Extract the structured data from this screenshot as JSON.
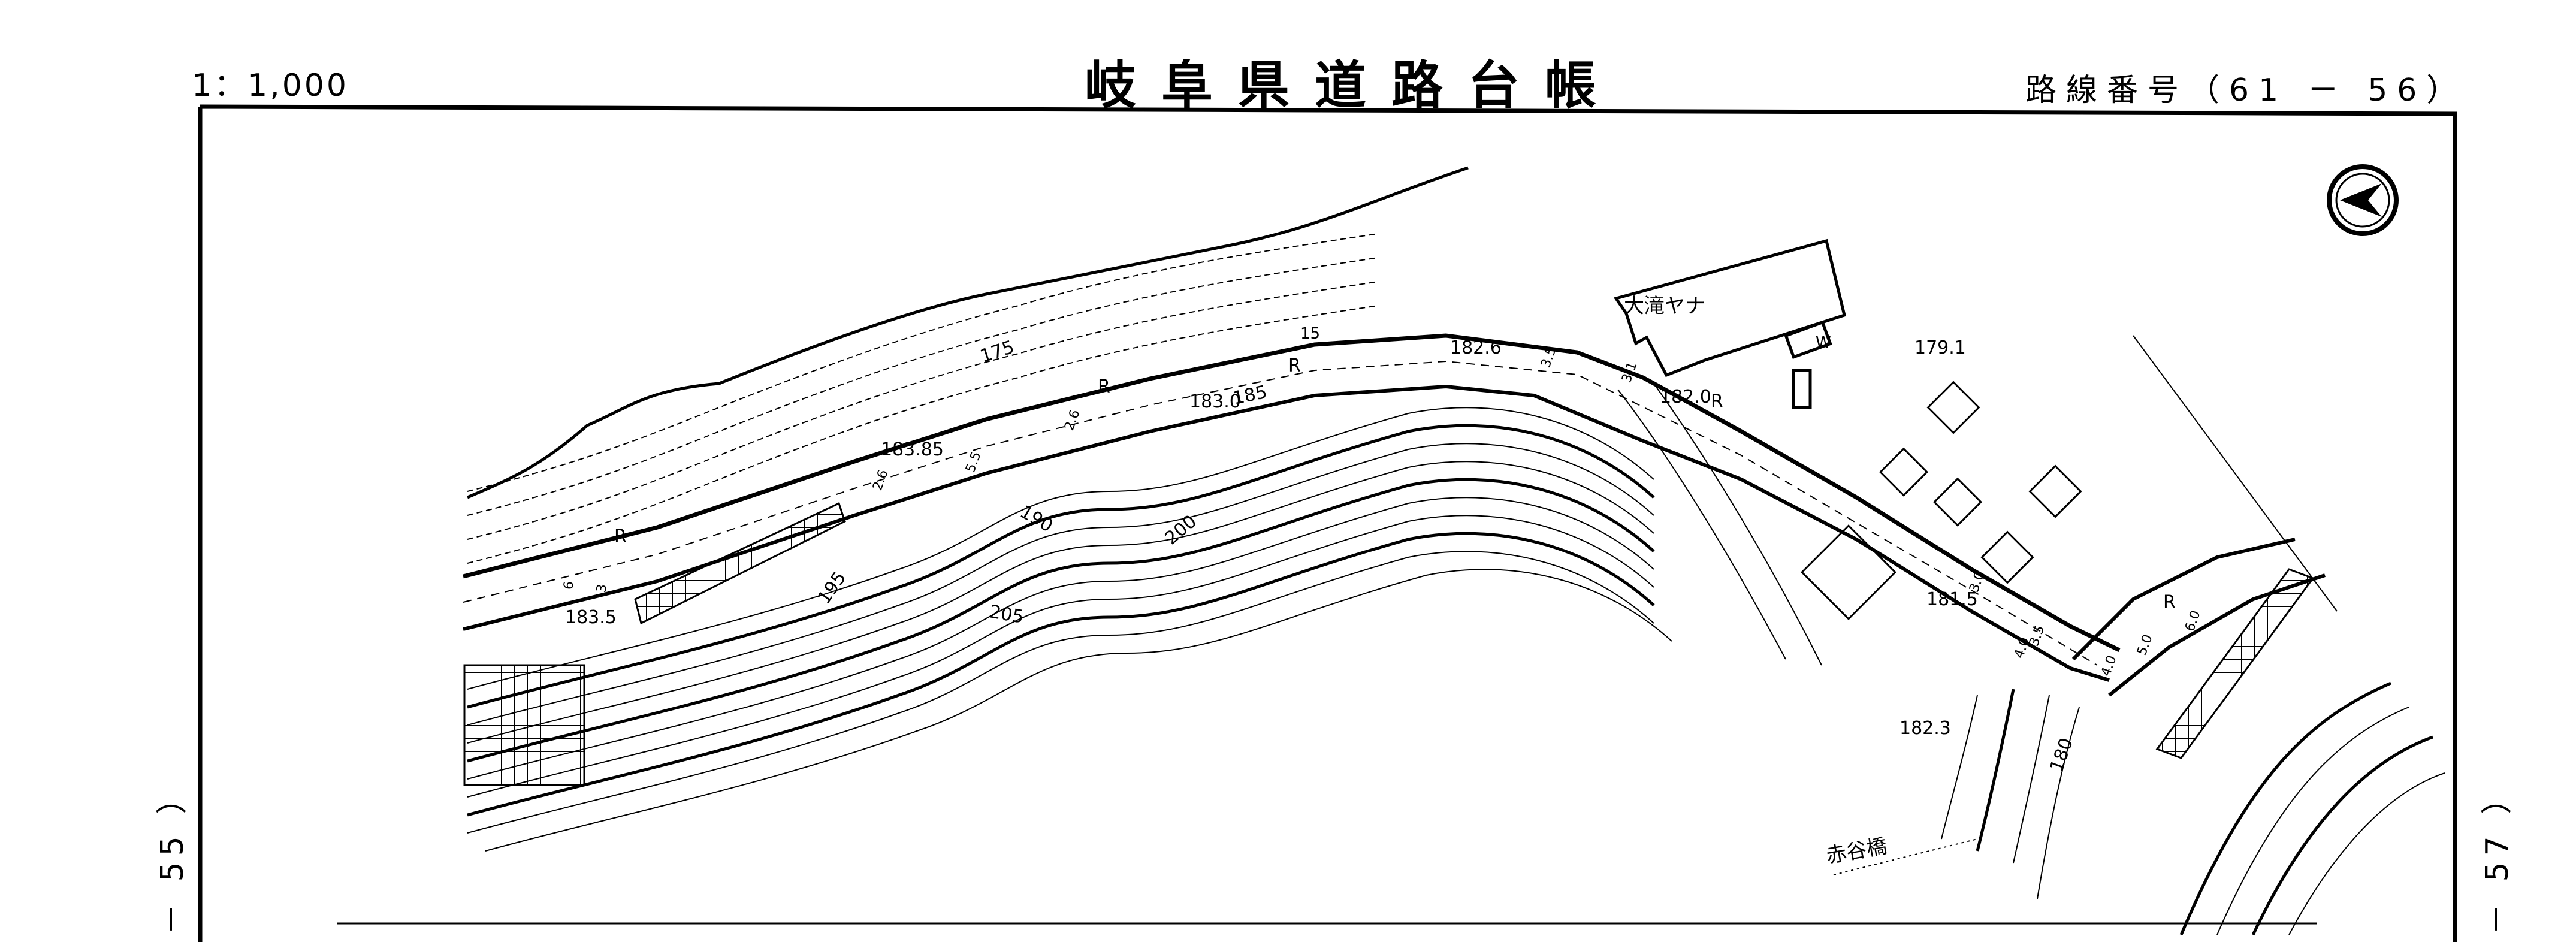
{
  "header": {
    "scale": "1：1,000",
    "title": "岐阜県道路台帳",
    "route_number": "路線番号（61 － 56）"
  },
  "page_refs": {
    "previous": "－ 55 ）",
    "next": "－ 57 ）"
  },
  "map": {
    "north_arrow_icon": "north-arrow-icon",
    "facility_name": "大滝ヤナ",
    "facility_annex": "W",
    "bridge_name": "赤谷橋",
    "elevations": [
      "183.5",
      "183.85",
      "183.0",
      "182.6",
      "182.0",
      "179.1",
      "181.5",
      "182.3"
    ],
    "contour_labels": [
      "175",
      "185",
      "190",
      "195",
      "200",
      "205",
      "180"
    ],
    "road_widths": [
      "15",
      "2.6",
      "5.5",
      "2.6",
      "3.5",
      "3.1",
      "3.0",
      "3.5",
      "4.0",
      "4.0",
      "5.0",
      "6.0",
      "3",
      "6"
    ],
    "retaining_wall_mark": "R"
  }
}
